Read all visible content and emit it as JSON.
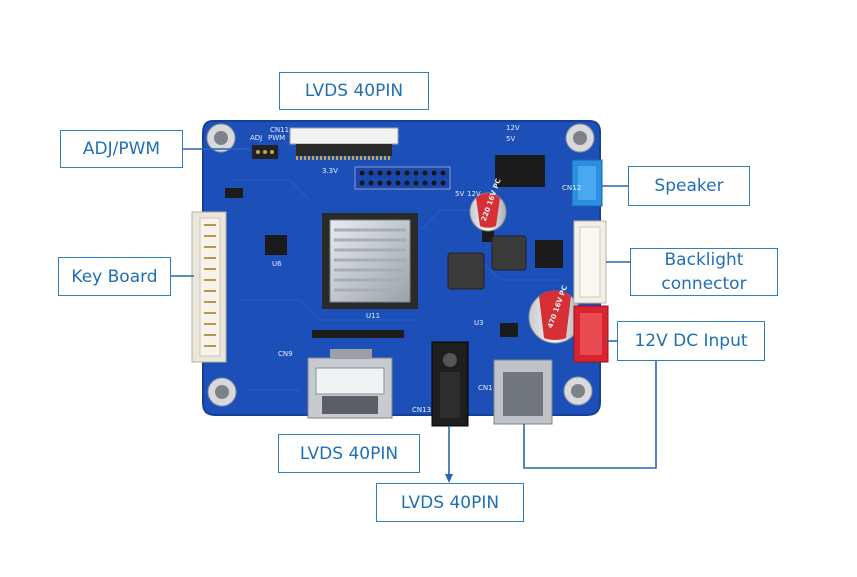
{
  "labels": {
    "lvds_top": "LVDS 40PIN",
    "adj_pwm": "ADJ/PWM",
    "key_board": "Key Board",
    "speaker": "Speaker",
    "backlight_line1": "Backlight",
    "backlight_line2": "connector",
    "dc_input": "12V DC Input",
    "lvds_bottom_left": "LVDS 40PIN",
    "lvds_bottom": "LVDS 40PIN"
  },
  "silkscreen": {
    "cn11": "CN11",
    "adj": "ADJ",
    "pwm": "PWM",
    "v33": "3.3V",
    "v5": "5V",
    "v12": "12V",
    "v12b": "12V",
    "v5b": "5V",
    "u11": "U11",
    "u3": "U3",
    "u6": "U6",
    "cn9": "CN9",
    "cn12": "CN12",
    "cn1": "CN1",
    "cn13": "CN13",
    "cap1": "220 16V PC",
    "cap2": "470 16V PC"
  },
  "colors": {
    "board": "#1d4fb8",
    "label_border": "#2f7fc1",
    "label_text": "#1f6fb5",
    "connector_blue": "#2a8fe0",
    "connector_red": "#d9232e",
    "pointer": "#2a64b8"
  }
}
